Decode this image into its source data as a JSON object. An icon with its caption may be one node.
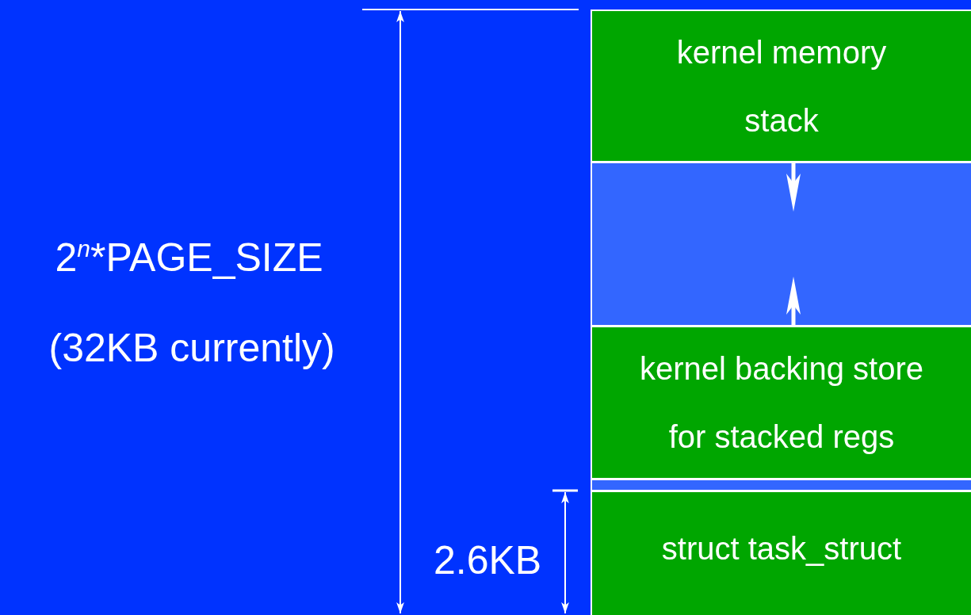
{
  "diagram": {
    "nodes": [
      {
        "text": [
          "kernel memory stack"
        ]
      },
      {
        "text": [],
        "shape": "box"
      },
      {
        "text": [
          "kernel backing store for stacked regs"
        ]
      },
      {
        "text": [],
        "shape": "box"
      },
      {
        "text": [
          "struct task_struct"
        ]
      }
    ],
    "edges": [
      {
        "from": 0,
        "to": 1,
        "arrow": "to"
      },
      {
        "from": 2,
        "to": 1,
        "arrow": "to"
      }
    ],
    "labels": [
      "2$^{n}$*PAGE_SIZE",
      "(32KB currently)",
      "2.6KB"
    ]
  }
}
